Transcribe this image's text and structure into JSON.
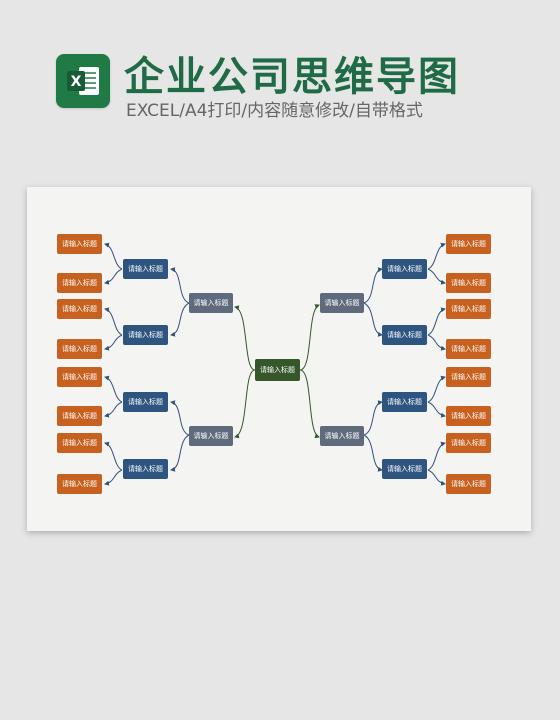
{
  "header": {
    "title": "企业公司思维导图",
    "subtitle": "EXCEL/A4打印/内容随意修改/自带格式",
    "logo_letter": "X",
    "logo_icon": "excel-icon",
    "brand_color": "#1f7a46"
  },
  "mindmap": {
    "center_label": "请输入标题",
    "left_branches": [
      {
        "label": "请输入标题",
        "children": [
          {
            "label": "请输入标题",
            "leaves": [
              "请输入标题",
              "请输入标题"
            ]
          },
          {
            "label": "请输入标题",
            "leaves": [
              "请输入标题",
              "请输入标题"
            ]
          }
        ]
      },
      {
        "label": "请输入标题",
        "children": [
          {
            "label": "请输入标题",
            "leaves": [
              "请输入标题",
              "请输入标题"
            ]
          },
          {
            "label": "请输入标题",
            "leaves": [
              "请输入标题",
              "请输入标题"
            ]
          }
        ]
      }
    ],
    "right_branches": [
      {
        "label": "请输入标题",
        "children": [
          {
            "label": "请输入标题",
            "leaves": [
              "请输入标题",
              "请输入标题"
            ]
          },
          {
            "label": "请输入标题",
            "leaves": [
              "请输入标题",
              "请输入标题"
            ]
          }
        ]
      },
      {
        "label": "请输入标题",
        "children": [
          {
            "label": "请输入标题",
            "leaves": [
              "请输入标题",
              "请输入标题"
            ]
          },
          {
            "label": "请输入标题",
            "leaves": [
              "请输入标题",
              "请输入标题"
            ]
          }
        ]
      }
    ],
    "colors": {
      "center": "#35572a",
      "branch": "#5f6a7d",
      "sub_branch": "#2e5480",
      "leaf": "#c8611f",
      "connector": "#33527a"
    }
  }
}
